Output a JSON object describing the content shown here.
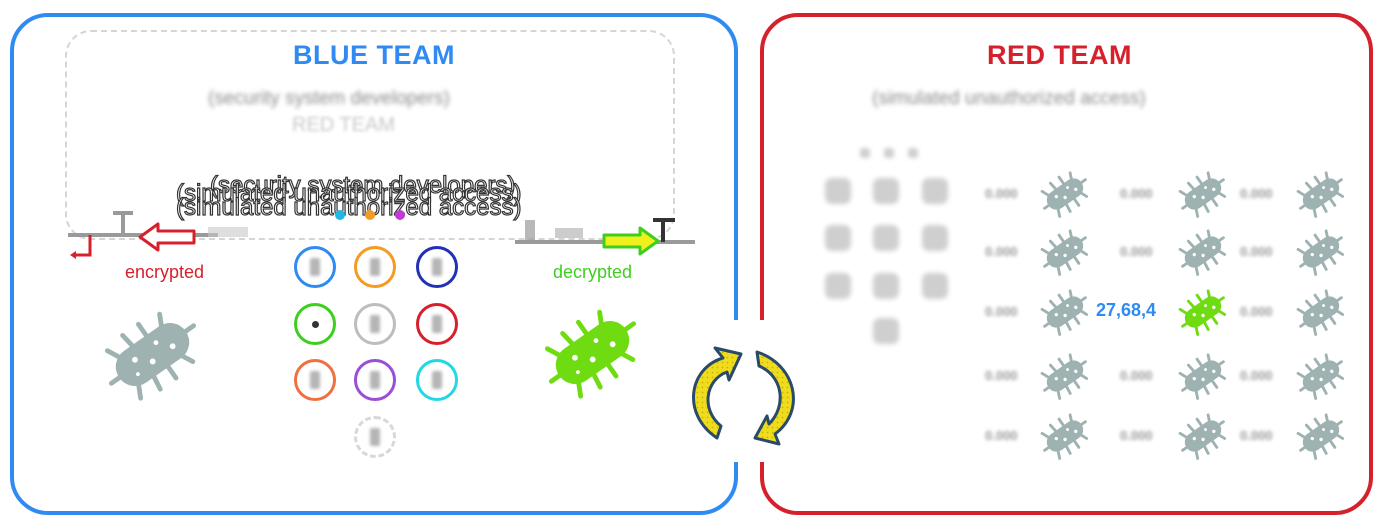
{
  "blue_team": {
    "title": "BLUE TEAM",
    "subtitle": "(security system developers)",
    "ghost_title": "RED TEAM",
    "overlay_line1": "(security system developers)",
    "overlay_line2": "(simulated unauthorized access)",
    "encrypted_label": "encrypted",
    "decrypted_label": "decrypted",
    "border_color": "#2f8bf2"
  },
  "red_team": {
    "title": "RED TEAM",
    "subtitle": "(simulated unauthorized access)",
    "highlight_value": "27,68,4",
    "border_color": "#d6202c"
  },
  "circles": [
    {
      "color": "#2f8bf2"
    },
    {
      "color": "#f59a23"
    },
    {
      "color": "#2330b8"
    },
    {
      "color": "#3ecf1e"
    },
    {
      "color": "#bdbdbd"
    },
    {
      "color": "#d6202c"
    },
    {
      "color": "#f07040"
    },
    {
      "color": "#9b4fd6"
    },
    {
      "color": "#22d8e6"
    },
    {
      "color": "#d8d8d8"
    }
  ],
  "colors": {
    "bacterium_gray": "#9fb2b2",
    "bacterium_green": "#6fdc12",
    "arrow_yellow": "#f0dc1e",
    "arrow_outline": "#2a4a6a"
  },
  "icons": [
    "bacterium-icon",
    "cycle-arrows-icon",
    "arrow-left-icon",
    "arrow-right-icon",
    "key-icon"
  ]
}
